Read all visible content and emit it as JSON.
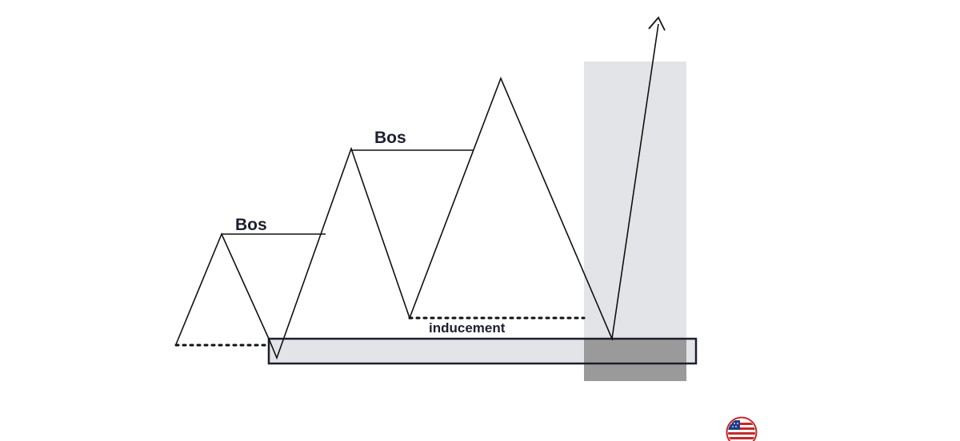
{
  "labels": {
    "bos_1": "Bos",
    "bos_2": "Bos",
    "inducement": "inducement"
  },
  "icons": {
    "logo": "us-flag-badge-icon"
  },
  "colors": {
    "line": "#111111",
    "zone_fill": "#e3e4e7",
    "zone_overlap": "#9a9a9a",
    "box_border": "#1c1f2e",
    "text": "#1c1f2e",
    "flag_red": "#c62828",
    "flag_blue": "#1f3c88"
  }
}
